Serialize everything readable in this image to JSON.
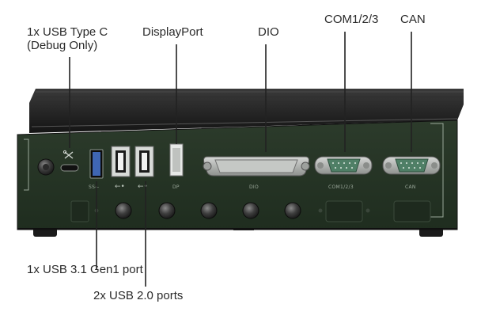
{
  "callouts": {
    "usb_type_c": [
      "1x USB Type C",
      "(Debug Only)"
    ],
    "displayport": "DisplayPort",
    "dio": "DIO",
    "com": "COM1/2/3",
    "can": "CAN",
    "usb31": "1x USB 3.1 Gen1 port",
    "usb20": "2x USB 2.0 ports"
  },
  "panel_labels": {
    "usb31": "SS←",
    "usb20_a": "←•",
    "usb20_b": "←•",
    "dp": "DP",
    "dio": "DIO",
    "com": "COM1/2/3",
    "can": "CAN"
  },
  "icons": {
    "debug": "wrench-tool-icon",
    "power": "power-button-icon"
  },
  "colors": {
    "panel": "#263525",
    "chassis_top": "#1d1d1d",
    "usb31_blue": "#3f66b4",
    "dsub_metal": "#a9ada9",
    "dsub_green": "#4f7f66",
    "leader": "#222222"
  }
}
